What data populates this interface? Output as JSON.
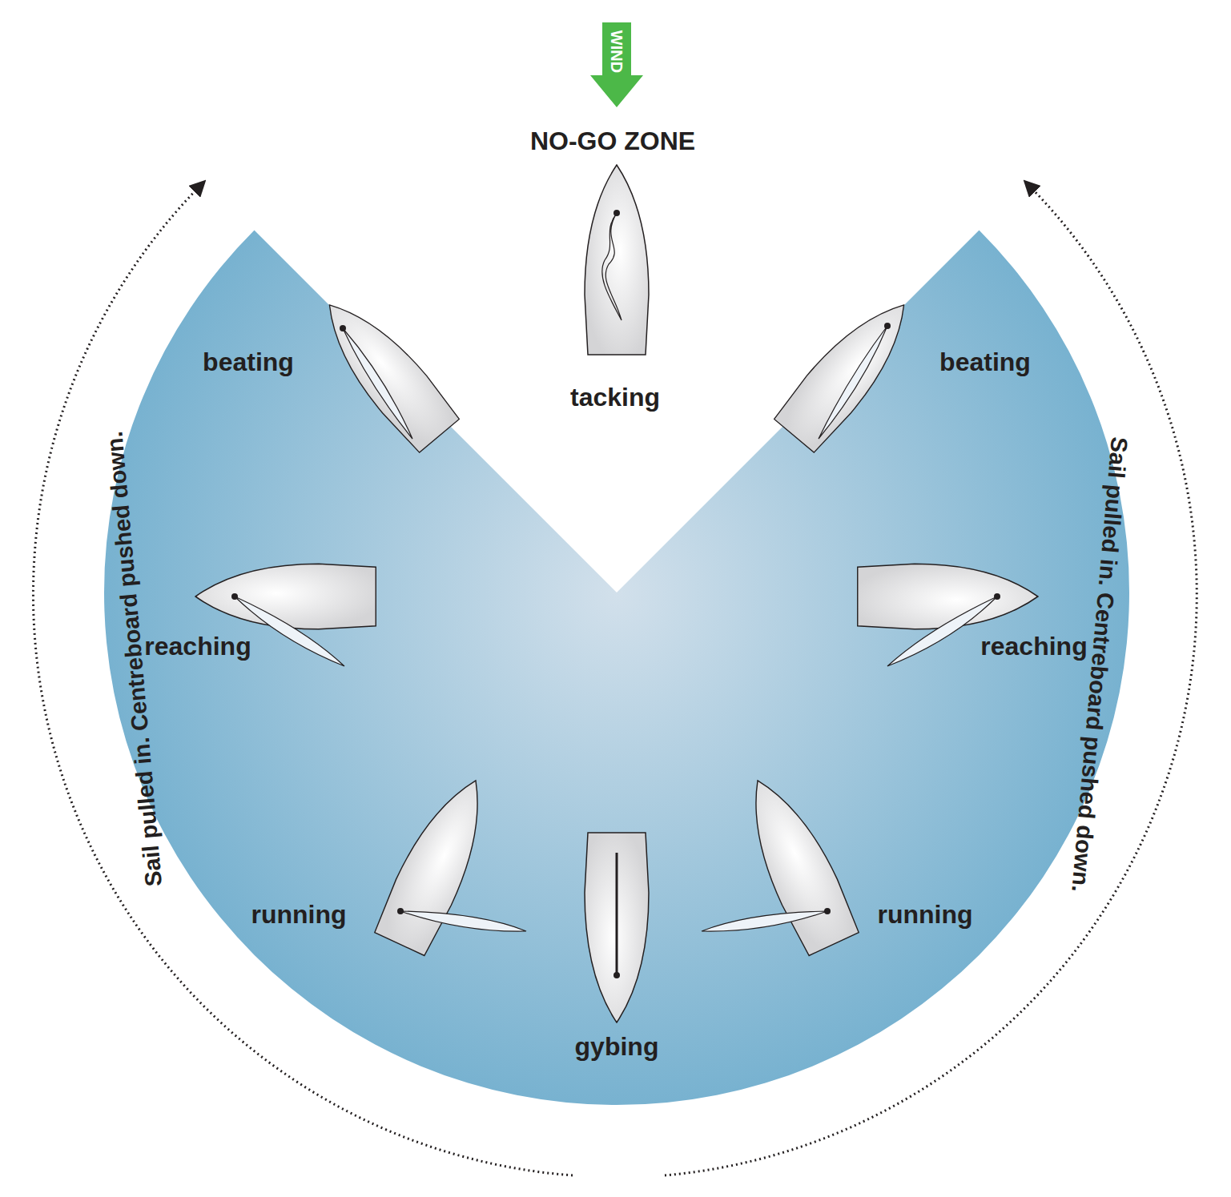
{
  "diagram": {
    "nodes": [
      {
        "text": [
          "WIND"
        ]
      }
    ],
    "labels": [
      "NO-GO ZONE",
      "tacking",
      "beating",
      "beating",
      "reaching",
      "reaching",
      "running",
      "running",
      "gybing",
      "Sail pulled in. Centreboard pushed down.",
      "Sail pulled in. Centreboard pushed down."
    ]
  }
}
